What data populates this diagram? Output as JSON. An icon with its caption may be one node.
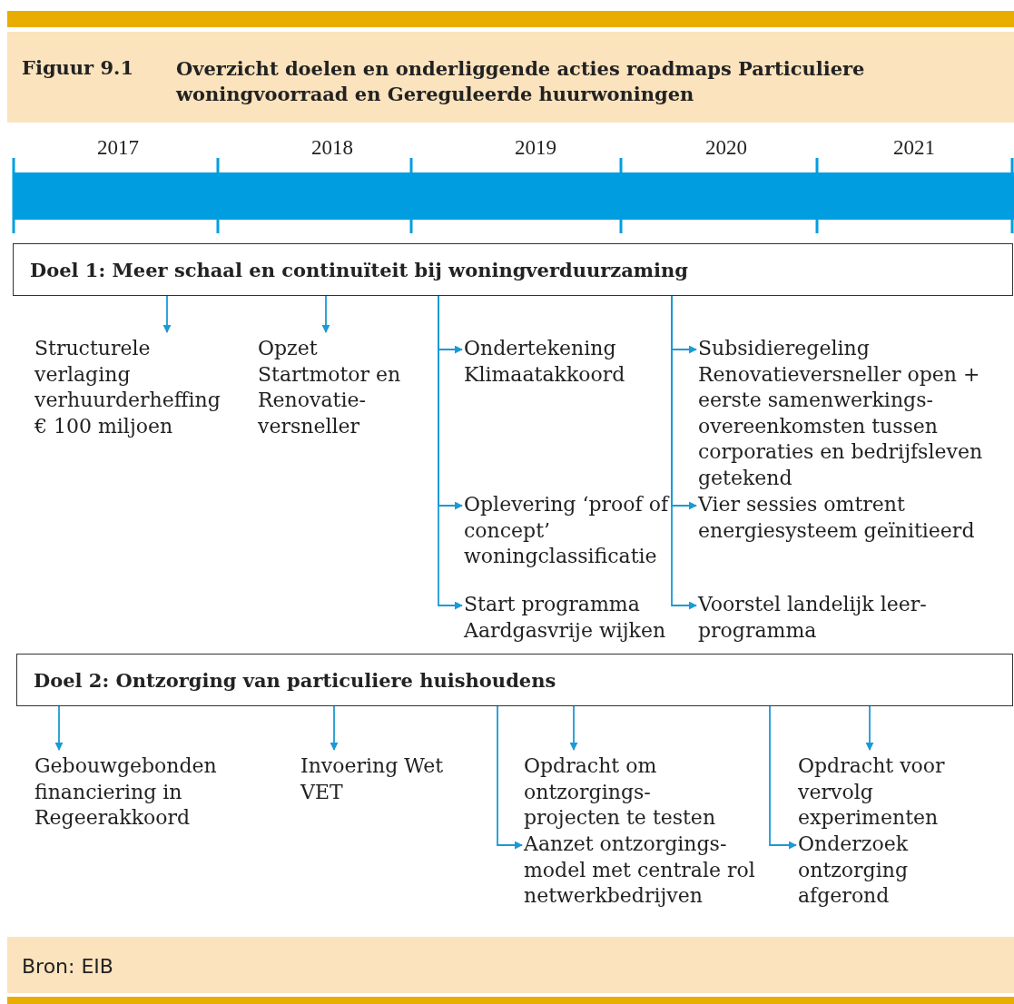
{
  "diagram": {
    "title": "Overzicht doelen en onderliggende acties roadmaps Particuliere woningvoorraad en Gereguleerde huurwoningen",
    "caption": "Bron: EIB",
    "nodes": [
      {
        "text": [
          "Doel 1: Meer schaal en continuïteit bij woningverduurzaming"
        ]
      },
      {
        "text": [
          "Structurele verlaging verhuurderheffing € 100 miljoen"
        ]
      },
      {
        "text": [
          "Opzet Startmotor en Renovatie- versneller"
        ]
      },
      {
        "text": [
          "Ondertekening Klimaatakkoord"
        ]
      },
      {
        "text": [
          "Oplevering ‘proof of concept’ woningclassificatie"
        ]
      },
      {
        "text": [
          "Start programma Aardgasvrije wijken"
        ]
      },
      {
        "text": [
          "Subsidieregeling Renovatieversneller open + eerste samenwerkings- overeenkomsten tussen corporaties en bedrijfsleven getekend"
        ]
      },
      {
        "text": [
          "Vier sessies omtrent energiesysteem geïnitieerd"
        ]
      },
      {
        "text": [
          "Voorstel landelijk leer- programma"
        ]
      },
      {
        "text": [
          "Doel 2: Ontzorging van particuliere huishoudens"
        ]
      },
      {
        "text": [
          "Gebouwgebonden financiering in Regeerakkoord"
        ]
      },
      {
        "text": [
          "Invoering Wet VET"
        ]
      },
      {
        "text": [
          "Opdracht om ontzorgings- projecten te testen"
        ]
      },
      {
        "text": [
          "Aanzet ontzorgings- model met centrale rol netwerkbedrijven"
        ]
      },
      {
        "text": [
          "Opdracht voor vervolg experimenten"
        ]
      },
      {
        "text": [
          "Onderzoek ontzorging afgerond"
        ]
      }
    ],
    "edges": [
      {
        "from": 0,
        "to": 1,
        "arrow": "to"
      },
      {
        "from": 0,
        "to": 2,
        "arrow": "to"
      },
      {
        "from": 0,
        "to": 3,
        "arrow": "to"
      },
      {
        "from": 0,
        "to": 4,
        "arrow": "to"
      },
      {
        "from": 0,
        "to": 5,
        "arrow": "to"
      },
      {
        "from": 0,
        "to": 6,
        "arrow": "to"
      },
      {
        "from": 0,
        "to": 7,
        "arrow": "to"
      },
      {
        "from": 0,
        "to": 8,
        "arrow": "to"
      },
      {
        "from": 9,
        "to": 10,
        "arrow": "to"
      },
      {
        "from": 9,
        "to": 11,
        "arrow": "to"
      },
      {
        "from": 9,
        "to": 12,
        "arrow": "to"
      },
      {
        "from": 9,
        "to": 13,
        "arrow": "to"
      },
      {
        "from": 9,
        "to": 14,
        "arrow": "to"
      },
      {
        "from": 9,
        "to": 15,
        "arrow": "to"
      }
    ],
    "labels": [
      "Figuur 9.1",
      "2017",
      "2018",
      "2019",
      "2020",
      "2021"
    ]
  }
}
